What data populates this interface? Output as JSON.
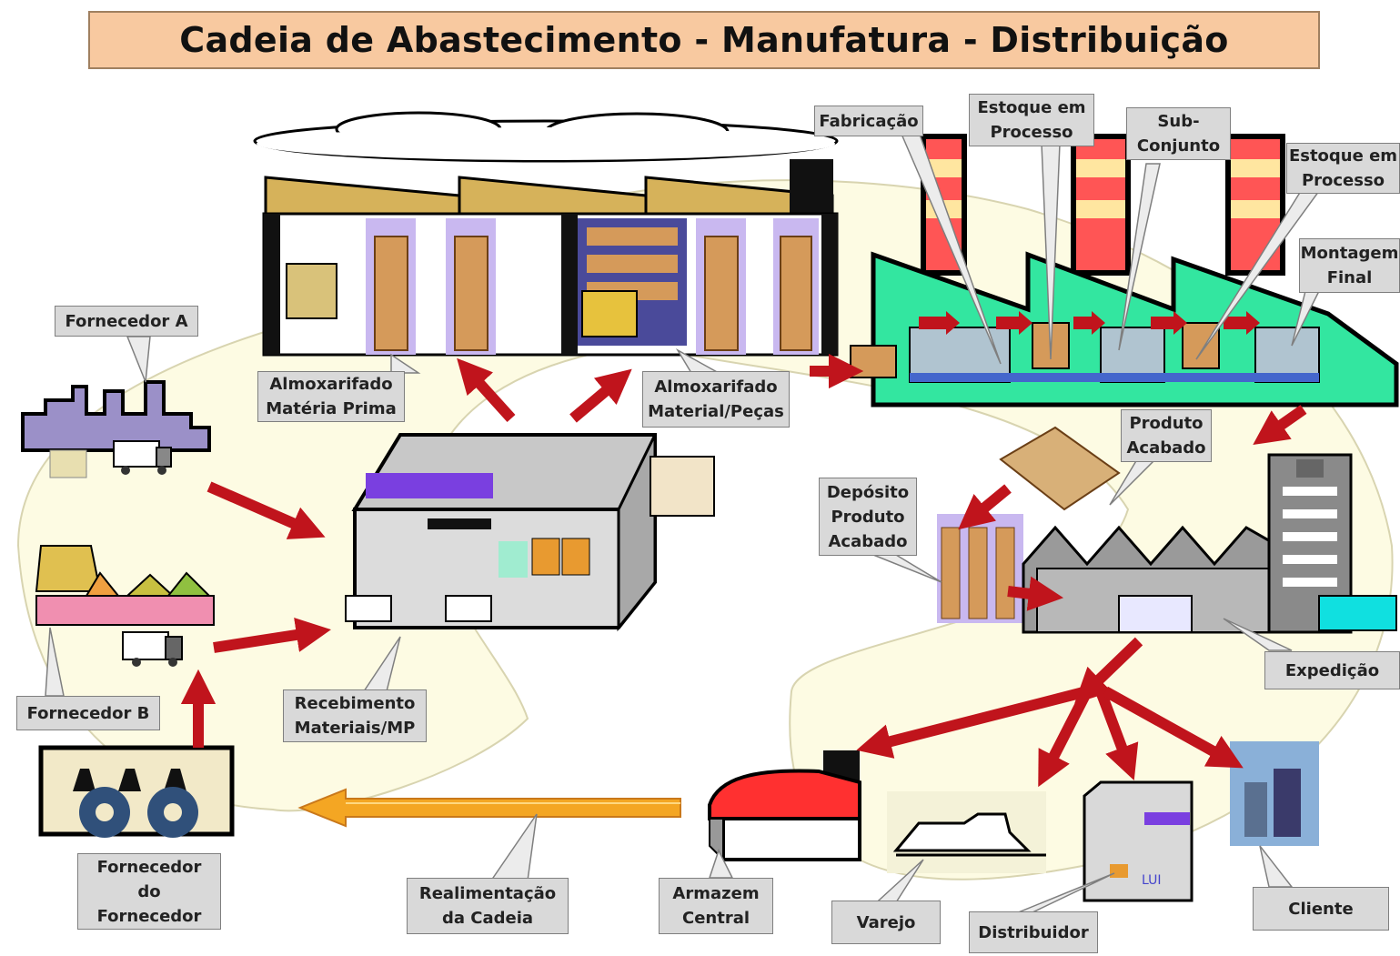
{
  "title": "Cadeia de Abastecimento - Manufatura - Distribuição",
  "labels": {
    "fornecedor_a": "Fornecedor A",
    "fornecedor_b": "Fornecedor B",
    "fornecedor_do_fornecedor": "Fornecedor\ndo\nFornecedor",
    "realimentacao": "Realimentação\nda Cadeia",
    "recebimento": "Recebimento\nMateriais/MP",
    "almox_mp": "Almoxarifado\nMatéria Prima",
    "almox_pecas": "Almoxarifado\nMaterial/Peças",
    "fabricacao": "Fabricação",
    "estoque_processo_1": "Estoque em\nProcesso",
    "sub_conjunto": "Sub-\nConjunto",
    "estoque_processo_2": "Estoque em\nProcesso",
    "montagem_final": "Montagem\nFinal",
    "produto_acabado": "Produto\nAcabado",
    "deposito": "Depósito\nProduto\nAcabado",
    "expedicao": "Expedição",
    "armazem": "Armazem\nCentral",
    "varejo": "Varejo",
    "distribuidor": "Distribuidor",
    "cliente": "Cliente"
  },
  "colors": {
    "title_bg": "#f8c9a0",
    "ellipse_fill": "#fdfbe3",
    "arrow_red": "#c0141c",
    "feedback_arrow": "#f4a623",
    "factory_green": "#33e6a0",
    "callout_bg": "#d9d9d9",
    "purple_accent": "#7a3fe0"
  }
}
